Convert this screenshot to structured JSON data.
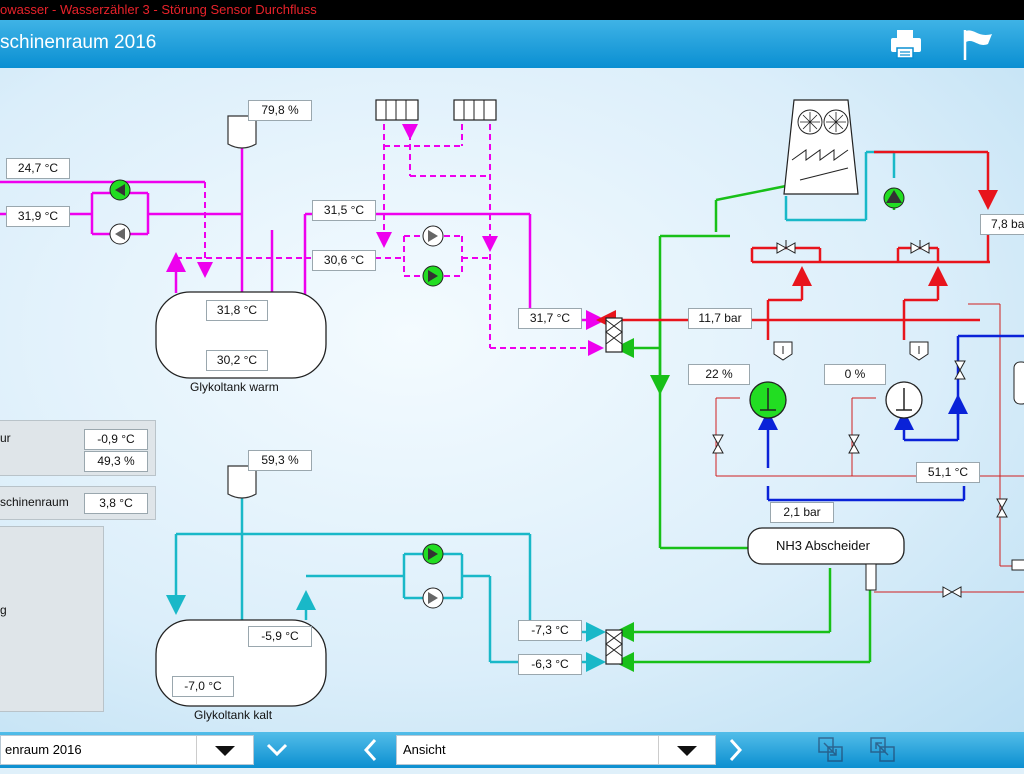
{
  "alarm": {
    "text": "owasser - Wasserzähler 3 - Störung Sensor Durchfluss"
  },
  "header": {
    "title": "schinenraum 2016",
    "print_icon": "printer-icon",
    "flag_icon": "flag-icon"
  },
  "values": {
    "tank_warm_level": "79,8 %",
    "feed_left_top": "24,7 °C",
    "feed_left_bottom": "31,9 °C",
    "warm_supply": "31,5 °C",
    "warm_return": "30,6 °C",
    "tank_warm_top": "31,8 °C",
    "tank_warm_bottom": "30,2 °C",
    "hx_warm": "31,7 °C",
    "pressure_high": "11,7 bar",
    "pressure_condenser": "7,8 ba",
    "compressor1_load": "22 %",
    "compressor2_load": "0 %",
    "oil_temp": "51,1 °C",
    "pressure_low": "2,1 bar",
    "tank_cold_level": "59,3 %",
    "tank_cold_top": "-5,9 °C",
    "tank_cold_bottom": "-7,0 °C",
    "hx_cold_top": "-7,3 °C",
    "hx_cold_bottom": "-6,3 °C",
    "outdoor_temp": "-0,9 °C",
    "outdoor_humidity": "49,3 %",
    "room_temp": "3,8 °C"
  },
  "labels": {
    "tank_warm": "Glykoltank warm",
    "tank_cold": "Glykoltank kalt",
    "separator": "NH3 Abscheider",
    "panel_outdoor": "ur",
    "panel_room": "schinenraum",
    "panel_other": "g"
  },
  "footer": {
    "screen_select": "enraum 2016",
    "view_select": "Ansicht",
    "prev_label": "previous",
    "next_label": "next"
  },
  "colors": {
    "warm_glycol": "#ee00ee",
    "cold_glycol": "#19b8c8",
    "refrigerant_hot": "#e8141c",
    "refrigerant_cold": "#0a22d8",
    "refrigerant_liquid": "#18c018",
    "pump_on": "#22dd22"
  }
}
